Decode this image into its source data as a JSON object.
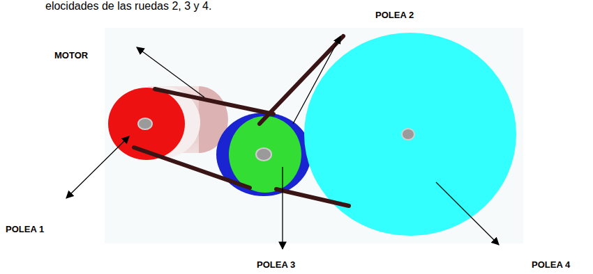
{
  "diagram": {
    "labels": [
      "elocidades de las ruedas 2, 3 y 4.",
      "POLEA 2",
      "MOTOR",
      "POLEA 1",
      "POLEA 3",
      "POLEA 4"
    ]
  }
}
